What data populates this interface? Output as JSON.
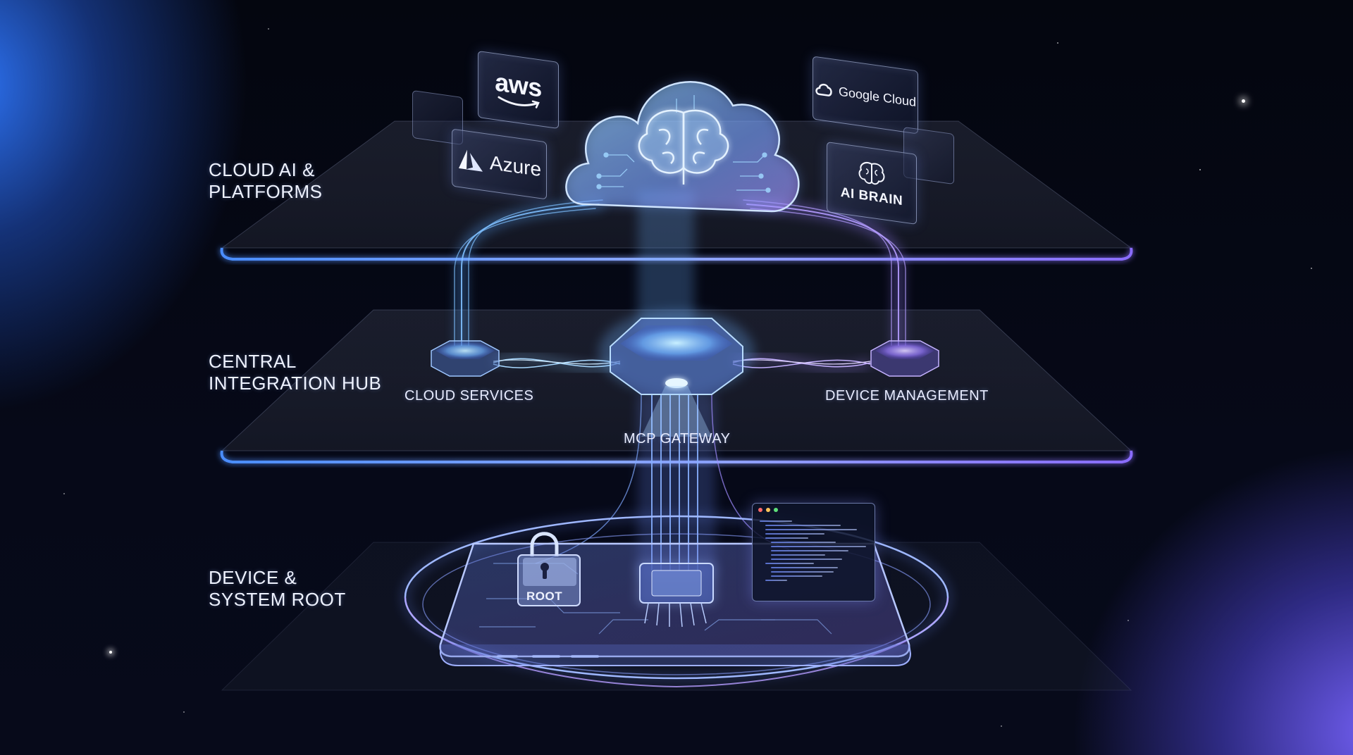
{
  "layers": {
    "top": {
      "line1": "CLOUD AI &",
      "line2": "PLATFORMS"
    },
    "middle": {
      "line1": "CENTRAL",
      "line2": "INTEGRATION HUB"
    },
    "bottom": {
      "line1": "DEVICE &",
      "line2": "SYSTEM ROOT"
    }
  },
  "cloud_providers": {
    "aws": "aws",
    "azure": "Azure",
    "google": "Google Cloud",
    "ai_brain": "AI BRAIN"
  },
  "hub_nodes": {
    "left": "CLOUD SERVICES",
    "center": "MCP GATEWAY",
    "right": "DEVICE MANAGEMENT"
  },
  "device": {
    "lock_label": "ROOT"
  },
  "icons": {
    "cloud": "brain-cloud-icon",
    "brain": "brain-icon",
    "lock": "padlock-icon",
    "chip": "chip-icon",
    "code": "code-window-icon"
  },
  "colors": {
    "accent_blue": "#4a8dff",
    "accent_violet": "#8a6cff",
    "background": "#04060f",
    "panel_edge": "#6f8cff"
  }
}
